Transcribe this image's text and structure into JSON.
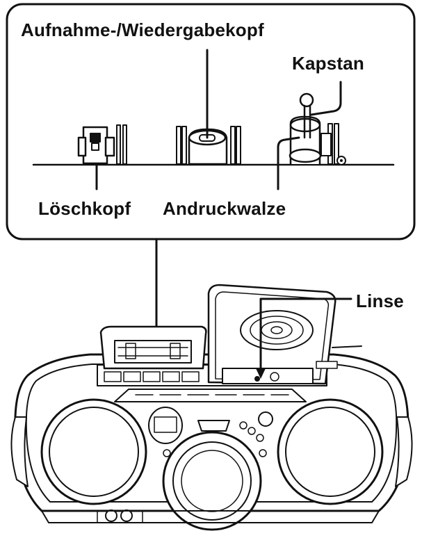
{
  "labels": {
    "record_playback_head": "Aufnahme-/Wiedergabekopf",
    "capstan": "Kapstan",
    "erase_head": "Löschkopf",
    "pinch_roller": "Andruckwalze",
    "lens": "Linse"
  },
  "colors": {
    "line": "#111111",
    "background": "#ffffff"
  }
}
